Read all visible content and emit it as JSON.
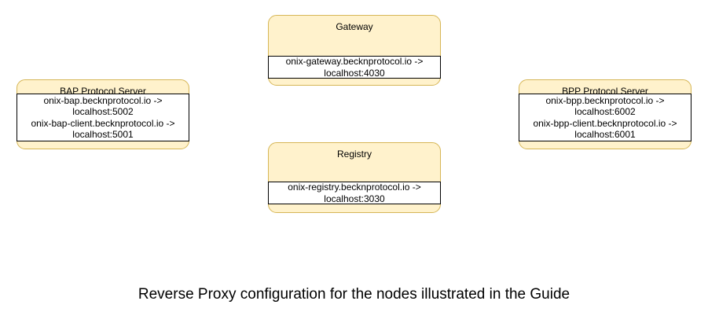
{
  "diagram": {
    "background": "#ffffff",
    "colors": {
      "node_fill": "#FFF2CC",
      "node_stroke": "#D6B656",
      "mapping_fill": "#FFFFFF",
      "mapping_stroke": "#000000",
      "text": "#000000"
    },
    "nodes": {
      "gateway": {
        "title": "Gateway",
        "mapping_lines": [
          "onix-gateway.becknprotocol.io ->",
          "localhost:4030"
        ]
      },
      "bap": {
        "title": "BAP Protocol Server",
        "mapping_lines": [
          "onix-bap.becknprotocol.io ->",
          "localhost:5002",
          "onix-bap-client.becknprotocol.io ->",
          "localhost:5001"
        ]
      },
      "bpp": {
        "title": "BPP Protocol Server",
        "mapping_lines": [
          "onix-bpp.becknprotocol.io ->",
          "localhost:6002",
          "onix-bpp-client.becknprotocol.io ->",
          "localhost:6001"
        ]
      },
      "registry": {
        "title": "Registry",
        "mapping_lines": [
          "onix-registry.becknprotocol.io ->",
          "localhost:3030"
        ]
      }
    },
    "caption": "Reverse Proxy configuration for the nodes illustrated in the Guide"
  }
}
